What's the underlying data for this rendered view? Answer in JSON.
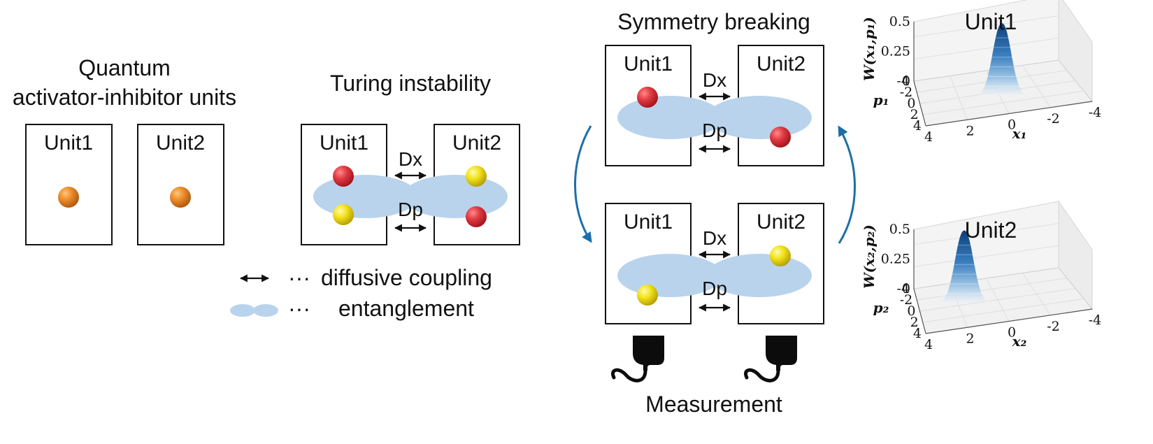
{
  "panel_a": {
    "title_line1": "Quantum",
    "title_line2": "activator-inhibitor units",
    "unit1": "Unit1",
    "unit2": "Unit2"
  },
  "panel_b": {
    "title": "Turing instability",
    "unit1": "Unit1",
    "unit2": "Unit2",
    "coupling_x": "Dx",
    "coupling_p": "Dp"
  },
  "legend": {
    "dots": "···",
    "arrow_text": "diffusive coupling",
    "cloud_text": "entanglement"
  },
  "panel_c": {
    "top_title": "Symmetry breaking",
    "bottom_title": "Measurement",
    "unit1": "Unit1",
    "unit2": "Unit2",
    "coupling_x": "Dx",
    "coupling_p": "Dp"
  },
  "wigner_plots": [
    {
      "title": "Unit1",
      "zlabel": "W(x₁,p₁)",
      "xlabel": "x₁",
      "ylabel": "p₁",
      "zticks": [
        "0.5",
        "0.25",
        "0"
      ],
      "xticks": [
        "4",
        "2",
        "0",
        "-2",
        "-4"
      ],
      "yticks": [
        "-4",
        "-2",
        "0",
        "2",
        "4"
      ],
      "peak_x": -0.5,
      "peak_p": 0.5
    },
    {
      "title": "Unit2",
      "zlabel": "W(x₂,p₂)",
      "xlabel": "x₂",
      "ylabel": "p₂",
      "zticks": [
        "0.5",
        "0.25",
        "0"
      ],
      "xticks": [
        "4",
        "2",
        "0",
        "-2",
        "-4"
      ],
      "yticks": [
        "-4",
        "-2",
        "0",
        "2",
        "4"
      ],
      "peak_x": 1.5,
      "peak_p": -0.5
    }
  ],
  "colors": {
    "activator": "#d8333b",
    "inhibitor": "#f2e21c",
    "homogeneous": "#ea8a2c",
    "entanglement": "#b9d3ec",
    "cycle_arrow": "#1c6fa6"
  }
}
